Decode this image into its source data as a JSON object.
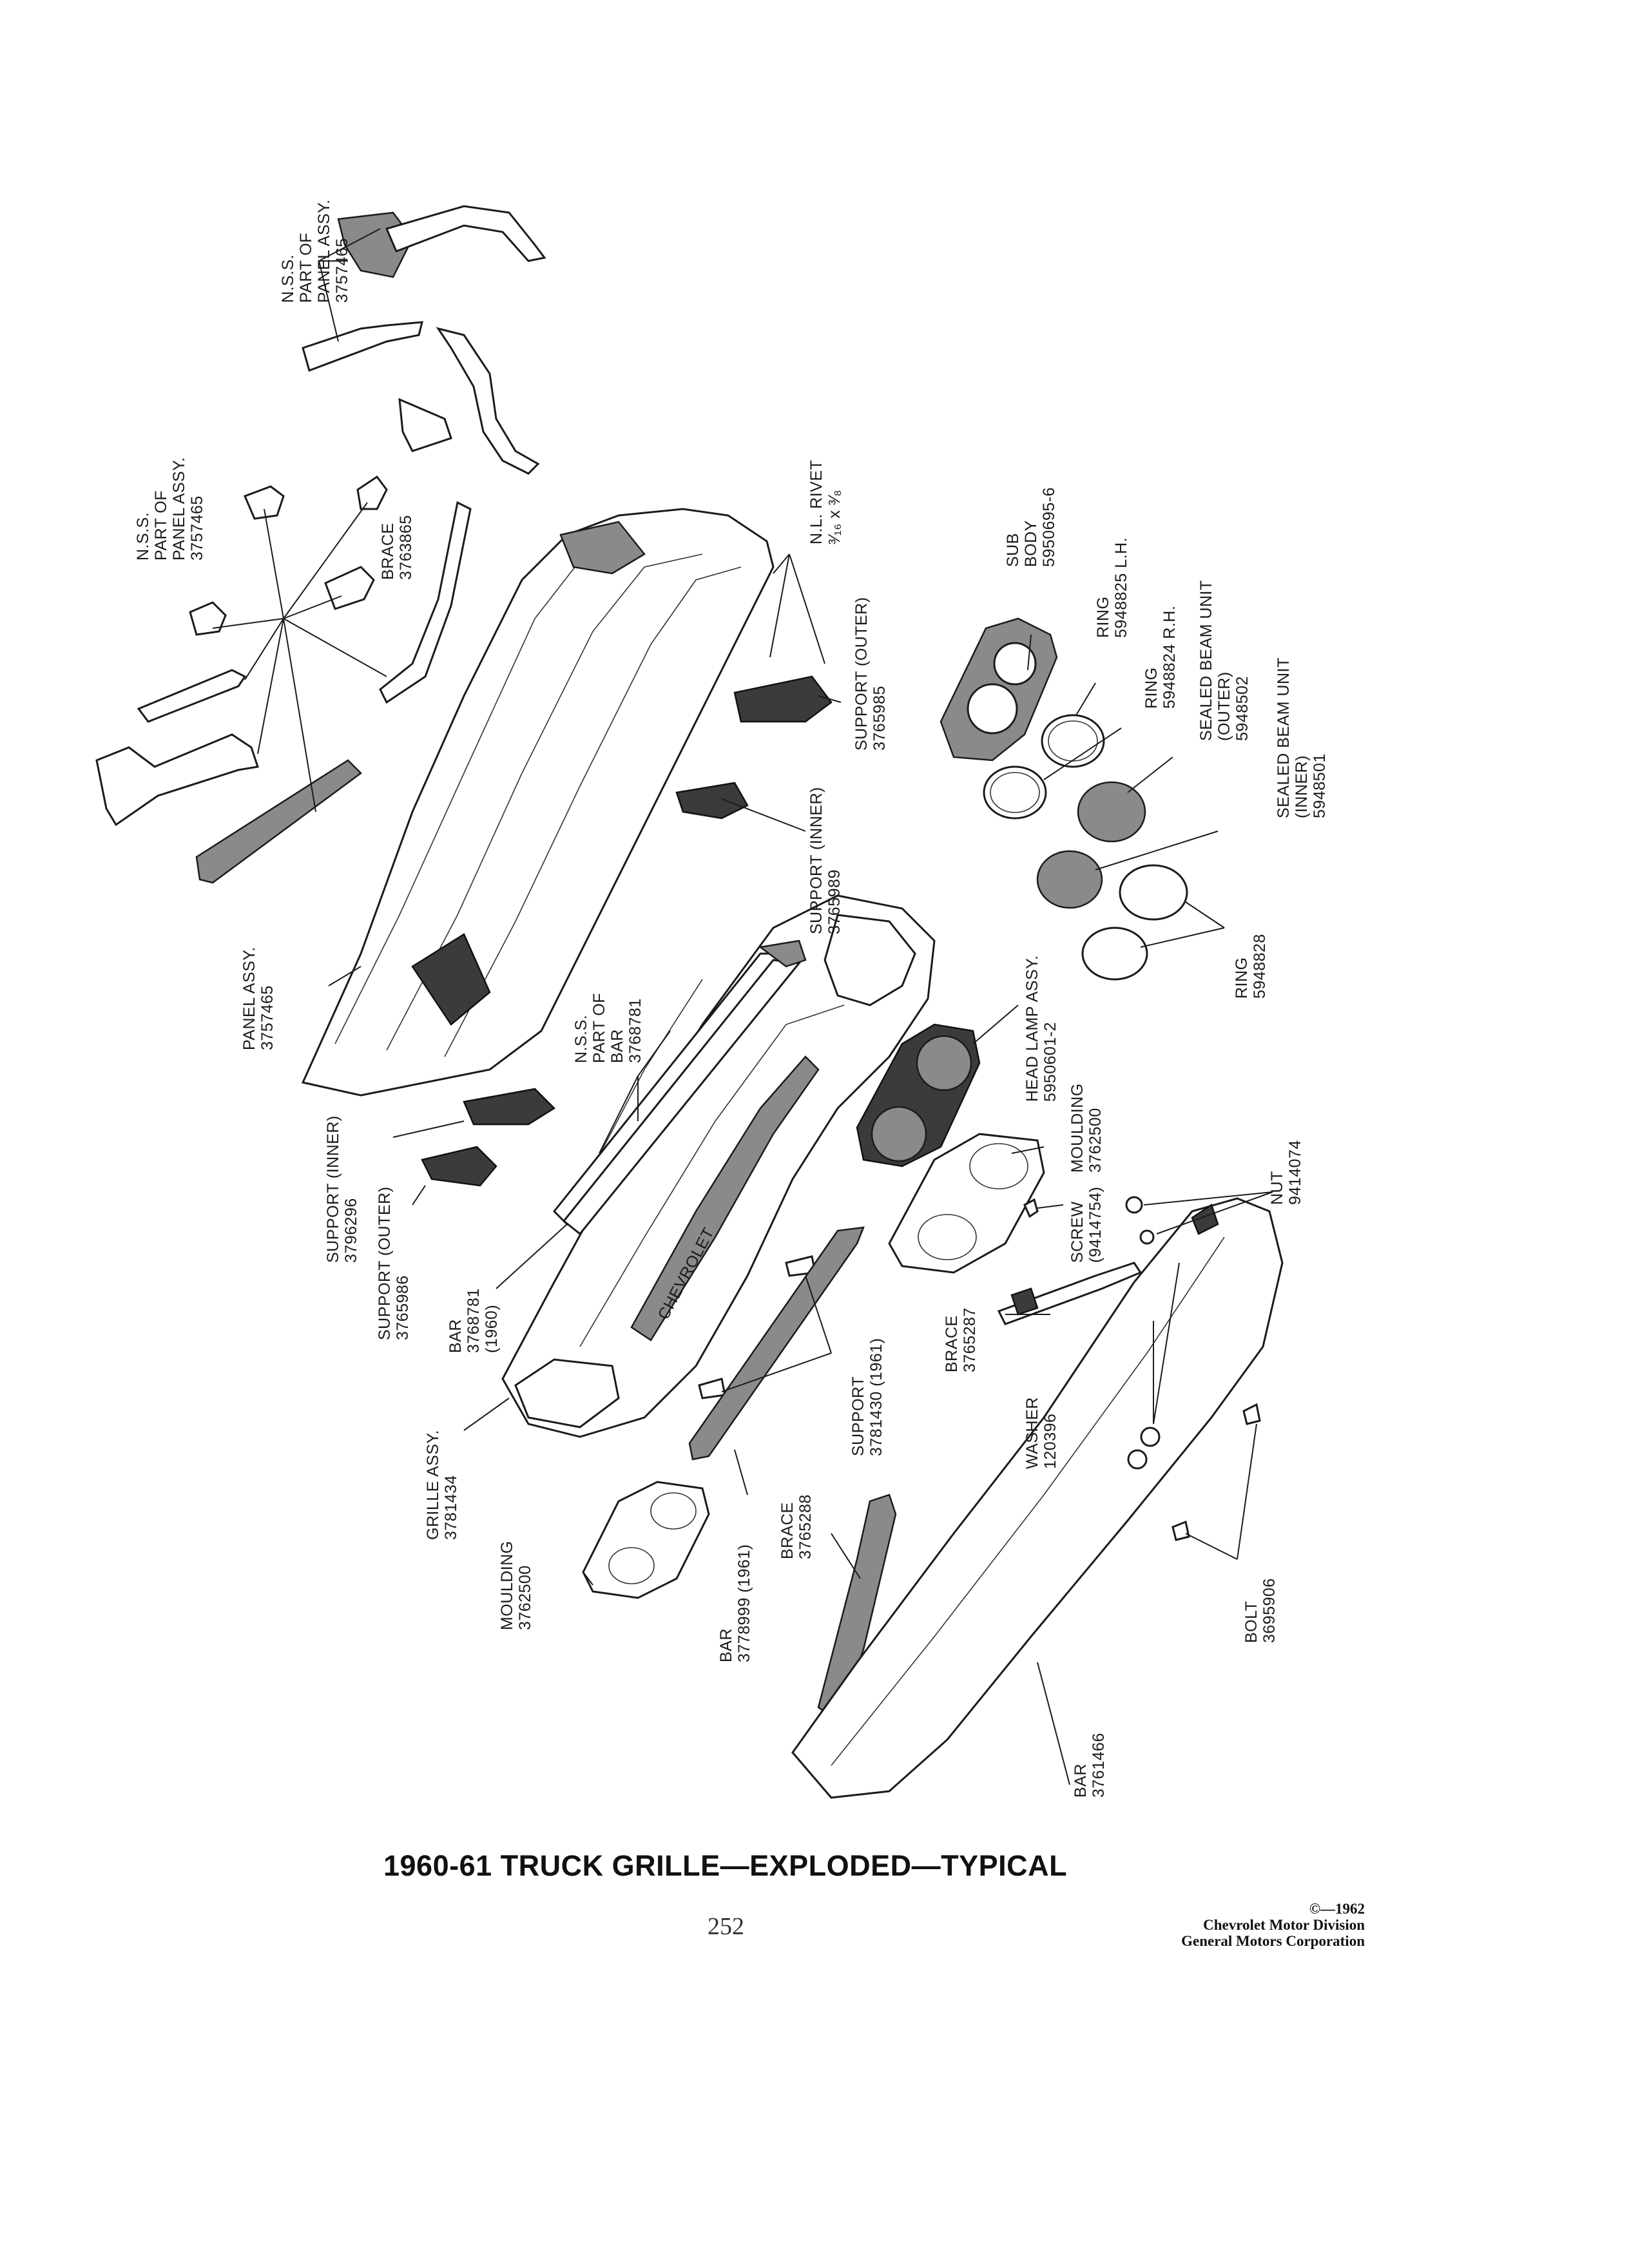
{
  "caption": "1960-61 TRUCK GRILLE—EXPLODED—TYPICAL",
  "page_number": "252",
  "copyright": {
    "year": "©—1962",
    "line1": "Chevrolet Motor Division",
    "line2": "General Motors Corporation"
  },
  "labels": {
    "nss_panel_upper": [
      "N.S.S.",
      "PART OF",
      "PANEL ASSY.",
      "3757465"
    ],
    "nss_panel_mid": [
      "N.S.S.",
      "PART OF",
      "PANEL ASSY.",
      "3757465"
    ],
    "brace_3763865": [
      "BRACE",
      "3763865"
    ],
    "nl_rivet": [
      "N.L. RIVET",
      "³⁄₁₆ x ³⁄₈"
    ],
    "support_outer_3765985": [
      "SUPPORT (OUTER)",
      "3765985"
    ],
    "support_inner_3765989": [
      "SUPPORT (INNER)",
      "3765989"
    ],
    "sub_body": [
      "SUB",
      "BODY",
      "5950695-6"
    ],
    "ring_lh": [
      "RING",
      "5948825 L.H."
    ],
    "ring_rh": [
      "RING",
      "5948824 R.H."
    ],
    "sealed_beam_outer": [
      "SEALED BEAM UNIT",
      "(OUTER)",
      "5948502"
    ],
    "sealed_beam_inner": [
      "SEALED BEAM UNIT",
      "(INNER)",
      "5948501"
    ],
    "ring_5948828": [
      "RING",
      "5948828"
    ],
    "panel_assy": [
      "PANEL ASSY.",
      "3757465"
    ],
    "nss_bar": [
      "N.S.S.",
      "PART OF",
      "BAR",
      "3768781"
    ],
    "head_lamp_assy": [
      "HEAD LAMP ASSY.",
      "5950601-2"
    ],
    "moulding_right": [
      "MOULDING",
      "3762500"
    ],
    "nut": [
      "NUT",
      "9414074"
    ],
    "screw": [
      "SCREW",
      "(9414754)"
    ],
    "support_inner_3796296": [
      "SUPPORT (INNER)",
      "3796296"
    ],
    "support_outer_3765986": [
      "SUPPORT (OUTER)",
      "3765986"
    ],
    "bar_3768781": [
      "BAR",
      "3768781",
      "(1960)"
    ],
    "brace_3765287": [
      "BRACE",
      "3765287"
    ],
    "support_3781430": [
      "SUPPORT",
      "3781430 (1961)"
    ],
    "washer": [
      "WASHER",
      "120396"
    ],
    "grille_assy": [
      "GRILLE ASSY.",
      "3781434"
    ],
    "brace_3765288": [
      "BRACE",
      "3765288"
    ],
    "bar_3778999": [
      "BAR",
      "3778999 (1961)"
    ],
    "moulding_left": [
      "MOULDING",
      "3762500"
    ],
    "bolt": [
      "BOLT",
      "3695906"
    ],
    "bar_3761466": [
      "BAR",
      "3761466"
    ],
    "grille_emblem": "CHEVROLET"
  },
  "colors": {
    "ink": "#1b1b1b",
    "shade": "#8a8a8a",
    "paper": "#ffffff"
  }
}
